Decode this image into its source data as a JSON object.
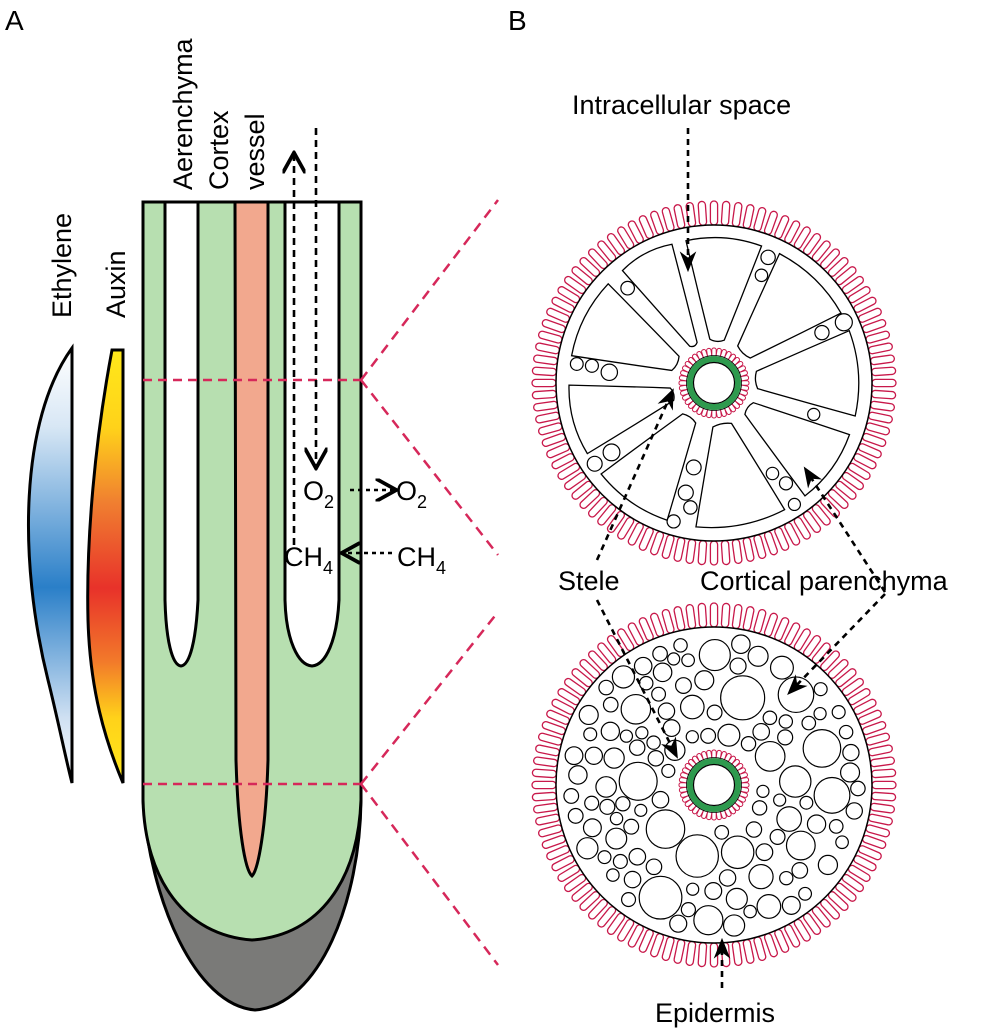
{
  "panels": {
    "a": "A",
    "b": "B"
  },
  "panel_a": {
    "gradient_labels": {
      "ethylene": "Ethylene",
      "auxin": "Auxin"
    },
    "tissue_labels": {
      "aerenchyma": "Aerenchyma",
      "cortex": "Cortex",
      "vessel": "vessel"
    },
    "gas_labels": {
      "o2_inner": {
        "base": "O",
        "sub": "2"
      },
      "o2_outer": {
        "base": "O",
        "sub": "2"
      },
      "ch4_inner": {
        "base": "CH",
        "sub": "4"
      },
      "ch4_outer": {
        "base": "CH",
        "sub": "4"
      }
    }
  },
  "panel_b": {
    "labels": {
      "intracellular_space": "Intracellular space",
      "stele": "Stele",
      "cortical_parenchyma": "Cortical parenchyma",
      "epidermis": "Epidermis"
    }
  },
  "colors": {
    "cortex_green": "#b7dfb0",
    "vessel_salmon": "#f2a88e",
    "root_cap_gray": "#7a7a78",
    "section_dash_red": "#d6285a",
    "epidermis_red": "#c8184a",
    "stele_green": "#2e9a4e",
    "ethylene_blue": "#2a7fc8",
    "auxin_red": "#e8322a",
    "auxin_yellow": "#ffe81a"
  }
}
